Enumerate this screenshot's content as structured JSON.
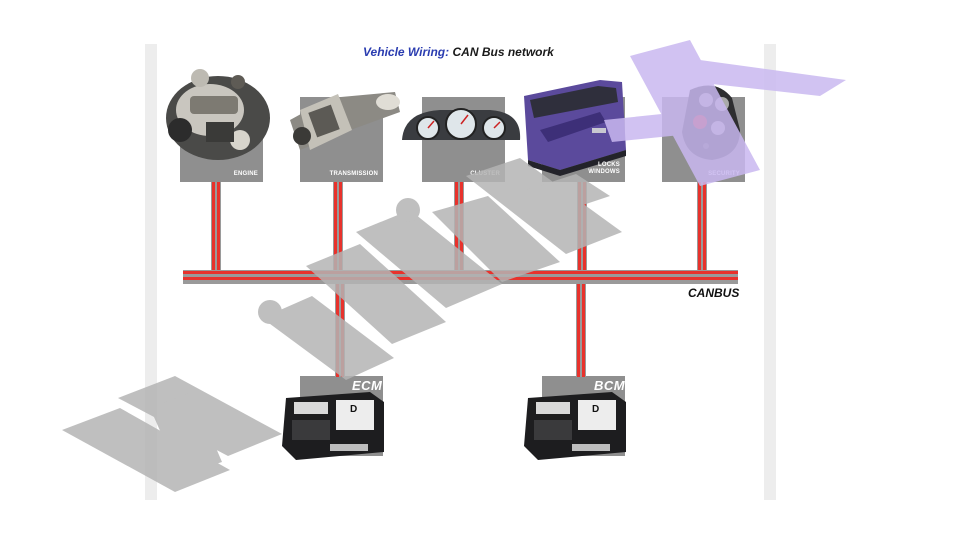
{
  "title": {
    "prefix": "Vehicle Wiring:",
    "rest": "CAN Bus network"
  },
  "bus_label": "CANBUS",
  "nodes": [
    {
      "label": "ENGINE",
      "icon": "engine-icon"
    },
    {
      "label": "TRANSMISSION",
      "icon": "transmission-icon"
    },
    {
      "label": "CLUSTER",
      "icon": "instrument-cluster-icon"
    },
    {
      "label": "LOCKS\nWINDOWS",
      "icon": "car-door-icon"
    },
    {
      "label": "SECURITY",
      "icon": "key-fob-icon"
    }
  ],
  "modules": [
    {
      "label": "ECM",
      "icon": "ecm-unit-icon",
      "tag": "D"
    },
    {
      "label": "BCM",
      "icon": "bcm-unit-icon",
      "tag": "D"
    }
  ],
  "colors": {
    "wire_red": "#e8322c",
    "wire_gray": "#9a9a9a",
    "node_box": "#8f8f8f",
    "title_blue": "#2a3cb0",
    "watermark_gray": "#b4b4b4",
    "watermark_lilac": "#c9b8f0"
  }
}
